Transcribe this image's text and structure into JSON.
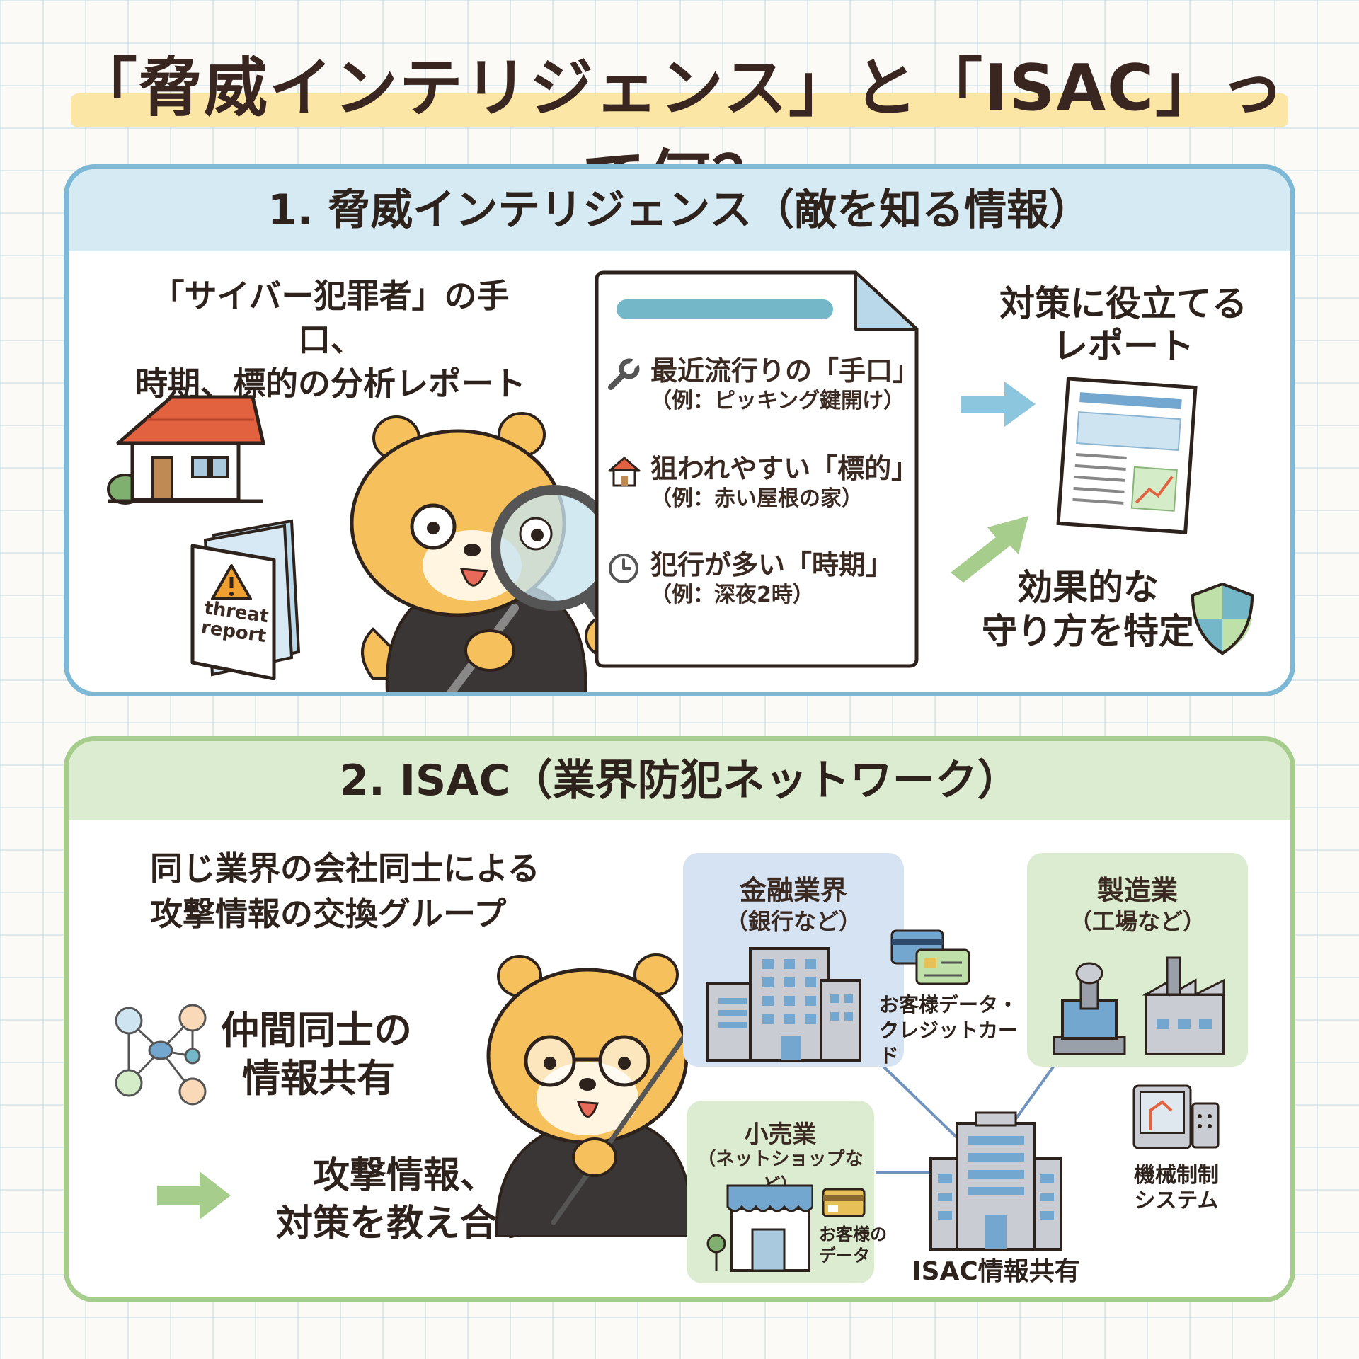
{
  "title": "「脅威インテリジェンス」と「ISAC」って何？",
  "section1": {
    "heading": "1. 脅威インテリジェンス（敵を知る情報）",
    "intro_line1": "「サイバー犯罪者」の手口、",
    "intro_line2": "時期、標的の分析レポート",
    "booklet_line1": "threat",
    "booklet_line2": "report",
    "doc_items": [
      {
        "icon": "wrench-icon",
        "main": "最近流行りの「手口」",
        "sub": "（例：ピッキング鍵開け）"
      },
      {
        "icon": "house-icon",
        "main": "狙われやすい「標的」",
        "sub": "（例：赤い屋根の家）"
      },
      {
        "icon": "clock-icon",
        "main": "犯行が多い「時期」",
        "sub": "（例：深夜2時）"
      }
    ],
    "result1_line1": "対策に役立てる",
    "result1_line2": "レポート",
    "result2_line1": "効果的な",
    "result2_line2": "守り方を特定"
  },
  "section2": {
    "heading": "2. ISAC（業界防犯ネットワーク）",
    "intro_line1": "同じ業界の会社同士による",
    "intro_line2": "攻撃情報の交換グループ",
    "share_line1": "仲間同士の",
    "share_line2": "情報共有",
    "teach_line1": "攻撃情報、",
    "teach_line2": "対策を教え合う",
    "finance_title": "金融業界",
    "finance_sub": "（銀行など）",
    "finance_data_line1": "お客様データ・",
    "finance_data_line2": "クレジットカード",
    "manufacturing_title": "製造業",
    "manufacturing_sub": "（工場など）",
    "control_line1": "機械制制",
    "control_line2": "システム",
    "retail_title": "小売業",
    "retail_sub": "（ネットショップなど）",
    "retail_data_line1": "お客様の",
    "retail_data_line2": "データ",
    "isac_label": "ISAC情報共有"
  },
  "colors": {
    "panel1_border": "#7db9d6",
    "panel2_border": "#a6cd8b",
    "title_highlight": "#fbe6a6",
    "mascot": "#f6c15c",
    "network_line": "#6f93bd"
  }
}
